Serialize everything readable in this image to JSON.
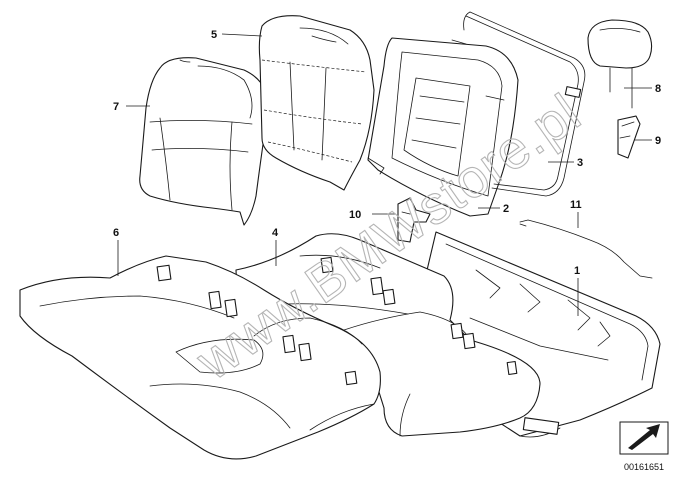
{
  "callouts": {
    "c1": "1",
    "c2": "2",
    "c3": "3",
    "c4": "4",
    "c5": "5",
    "c6": "6",
    "c7": "7",
    "c8": "8",
    "c9": "9",
    "c10": "10",
    "c11": "11"
  },
  "watermark": "www.BMWstore.pl",
  "doc_number": "00161651",
  "colors": {
    "line": "#1a1a1a",
    "watermark": "#b5b5b5",
    "background": "#ffffff"
  },
  "icons": {
    "corner": "arrow-pointer-icon"
  }
}
